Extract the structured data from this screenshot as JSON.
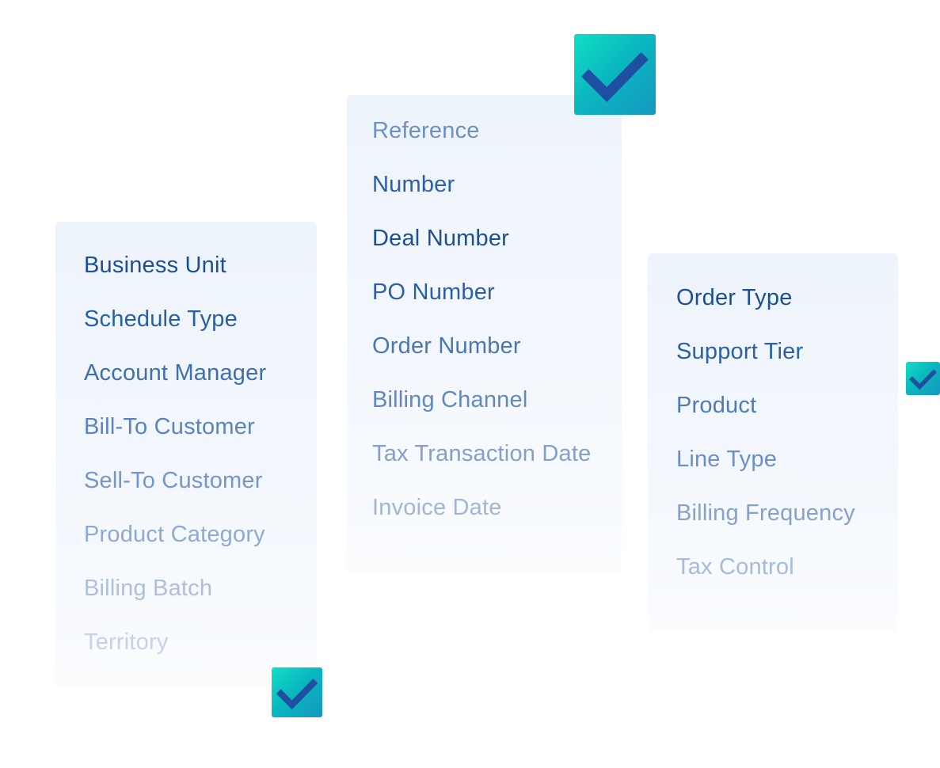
{
  "left_card": {
    "items": [
      {
        "label": "Business Unit",
        "color": "#1d4f94"
      },
      {
        "label": "Schedule Type",
        "color": "#2a5ea3"
      },
      {
        "label": "Account Manager",
        "color": "#3f6fae"
      },
      {
        "label": "Bill-To Customer",
        "color": "#5a84bb"
      },
      {
        "label": "Sell-To Customer",
        "color": "#7497c5"
      },
      {
        "label": "Product Category",
        "color": "#8eaad0"
      },
      {
        "label": "Billing Batch",
        "color": "#abc0dc"
      },
      {
        "label": "Territory",
        "color": "#c3d3e8"
      }
    ]
  },
  "middle_card": {
    "items": [
      {
        "label": "Reference",
        "color": "#6e91c2"
      },
      {
        "label": "Number",
        "color": "#2d5fa5"
      },
      {
        "label": "Deal Number",
        "color": "#1d4f94"
      },
      {
        "label": "PO Number",
        "color": "#2d5fa5"
      },
      {
        "label": "Order Number",
        "color": "#4a77b3"
      },
      {
        "label": "Billing Channel",
        "color": "#6288be"
      },
      {
        "label": "Tax Transaction Date",
        "color": "#849fc9"
      },
      {
        "label": "Invoice Date",
        "color": "#a0b6d6"
      }
    ]
  },
  "right_card": {
    "items": [
      {
        "label": "Order Type",
        "color": "#1d4f94"
      },
      {
        "label": "Support Tier",
        "color": "#2d5fa5"
      },
      {
        "label": "Product",
        "color": "#4f7bb5"
      },
      {
        "label": "Line Type",
        "color": "#6c90c3"
      },
      {
        "label": "Billing Frequency",
        "color": "#86a2cb"
      },
      {
        "label": "Tax Control",
        "color": "#a6bbd9"
      }
    ]
  },
  "icons": {
    "checkmark": "checkmark-icon",
    "tile_gradient": [
      "#0fe0c4",
      "#1597bf"
    ],
    "check_color": "#1e4fa0"
  }
}
